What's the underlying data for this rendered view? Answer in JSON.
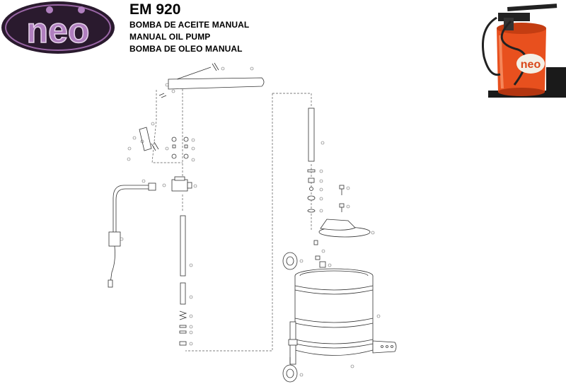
{
  "brand": {
    "logo_text": "neo"
  },
  "header": {
    "model": "EM 920",
    "subtitle_es": "BOMBA DE ACEITE MANUAL",
    "subtitle_en": "MANUAL OIL PUMP",
    "subtitle_pt": "BOMBA DE OLEO MANUAL"
  },
  "photo": {
    "label": "neo",
    "body_color": "#e8501e"
  },
  "colors": {
    "logo_purple": "#7a3f86",
    "logo_bg": "#2a1a2e",
    "line": "#333333"
  }
}
